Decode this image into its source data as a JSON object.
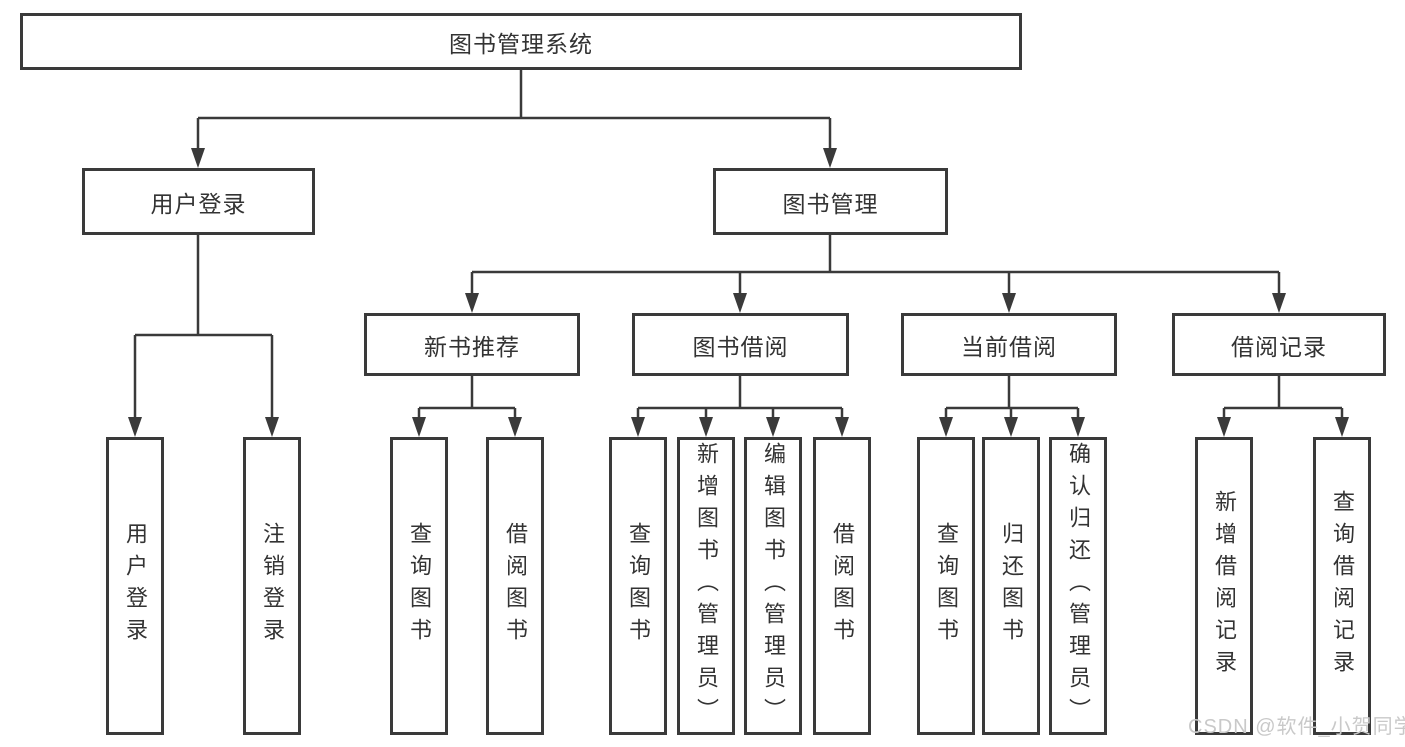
{
  "tree": {
    "root": {
      "label": "图书管理系统"
    },
    "children": [
      {
        "label": "用户登录",
        "children": [
          {
            "label": "用户登录"
          },
          {
            "label": "注销登录"
          }
        ]
      },
      {
        "label": "图书管理",
        "children": [
          {
            "label": "新书推荐",
            "children": [
              {
                "label": "查询图书"
              },
              {
                "label": "借阅图书"
              }
            ]
          },
          {
            "label": "图书借阅",
            "children": [
              {
                "label": "查询图书"
              },
              {
                "label": "新增图书（管理员）"
              },
              {
                "label": "编辑图书（管理员）"
              },
              {
                "label": "借阅图书"
              }
            ]
          },
          {
            "label": "当前借阅",
            "children": [
              {
                "label": "查询图书"
              },
              {
                "label": "归还图书"
              },
              {
                "label": "确认归还（管理员）"
              }
            ]
          },
          {
            "label": "借阅记录",
            "children": [
              {
                "label": "新增借阅记录"
              },
              {
                "label": "查询借阅记录"
              }
            ]
          }
        ]
      }
    ]
  },
  "watermark": "CSDN @软件_小贺同学",
  "colors": {
    "line": "#3a3a3a",
    "box_border": "#3a3a3a",
    "text": "#333333",
    "watermark": "#c9c9c9",
    "background": "#ffffff"
  }
}
